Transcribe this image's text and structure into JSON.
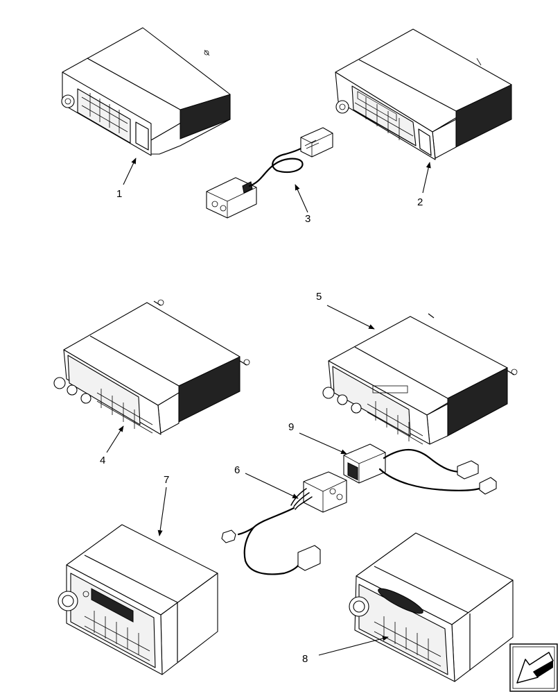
{
  "callouts": [
    "1",
    "2",
    "3",
    "4",
    "5",
    "6",
    "7",
    "8",
    "9"
  ],
  "icons": {
    "corner_nav": "return-arrow-icon"
  }
}
